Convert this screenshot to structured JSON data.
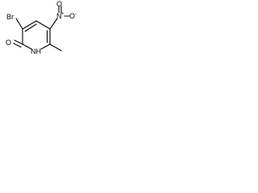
{
  "molecule": {
    "atoms": {
      "br": "Br",
      "o_carbonyl": "O",
      "nh": "NH",
      "n_nitro": "N",
      "o_nitro_top": "O",
      "o_nitro_minus": "O",
      "plus": "+",
      "minus": "-"
    }
  }
}
